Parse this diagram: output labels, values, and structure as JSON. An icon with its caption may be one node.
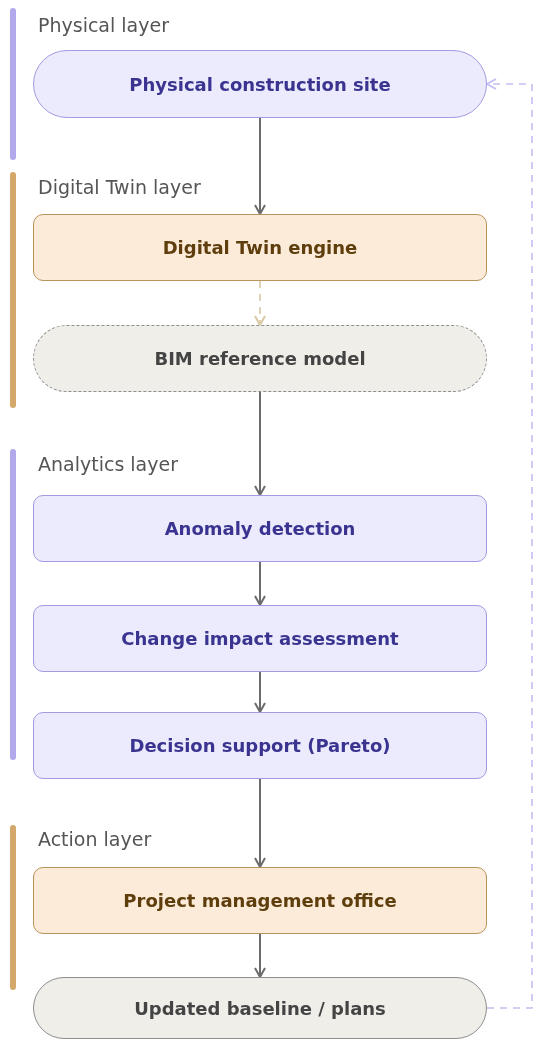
{
  "diagram": {
    "nodes": [
      {
        "text": [
          "Physical construction site"
        ]
      },
      {
        "text": [
          "Digital Twin engine"
        ]
      },
      {
        "text": [
          "BIM reference model"
        ]
      },
      {
        "text": [
          "Anomaly detection"
        ]
      },
      {
        "text": [
          "Change impact assessment"
        ]
      },
      {
        "text": [
          "Decision support (Pareto)"
        ]
      },
      {
        "text": [
          "Project management office"
        ]
      },
      {
        "text": [
          "Updated baseline / plans"
        ]
      }
    ],
    "edges": [
      {
        "from": 0,
        "to": 1,
        "arrow": "to"
      },
      {
        "from": 1,
        "to": 2,
        "arrow": "to",
        "style": "dashed",
        "color": "#d8c8a4"
      },
      {
        "from": 2,
        "to": 3,
        "arrow": "to"
      },
      {
        "from": 3,
        "to": 4,
        "arrow": "to"
      },
      {
        "from": 4,
        "to": 5,
        "arrow": "to"
      },
      {
        "from": 5,
        "to": 6,
        "arrow": "to"
      },
      {
        "from": 6,
        "to": 7,
        "arrow": "to"
      },
      {
        "from": 7,
        "to": 0,
        "arrow": "to",
        "style": "dashed",
        "color": "#c4bff0"
      }
    ],
    "labels": [
      "Physical layer",
      "Digital Twin layer",
      "Analytics layer",
      "Action layer"
    ]
  }
}
